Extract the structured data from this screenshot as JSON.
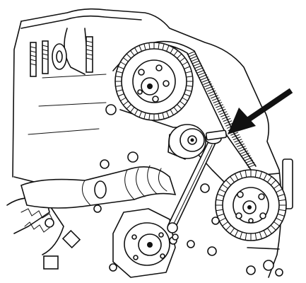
{
  "figure": {
    "kind": "engine-timing-belt-illustration",
    "components": {
      "upper_sprocket": "timing-belt-sprocket",
      "lower_sprocket": "timing-belt-sprocket",
      "belt": "toothed-timing-belt",
      "tensioner": "belt-tensioner-pulley",
      "tool": "tensioner-lever-tool",
      "water_pump": "water-pump-pulley",
      "pointer": "callout-arrow"
    },
    "colors": {
      "ink": "#111111",
      "paper": "#ffffff"
    }
  }
}
